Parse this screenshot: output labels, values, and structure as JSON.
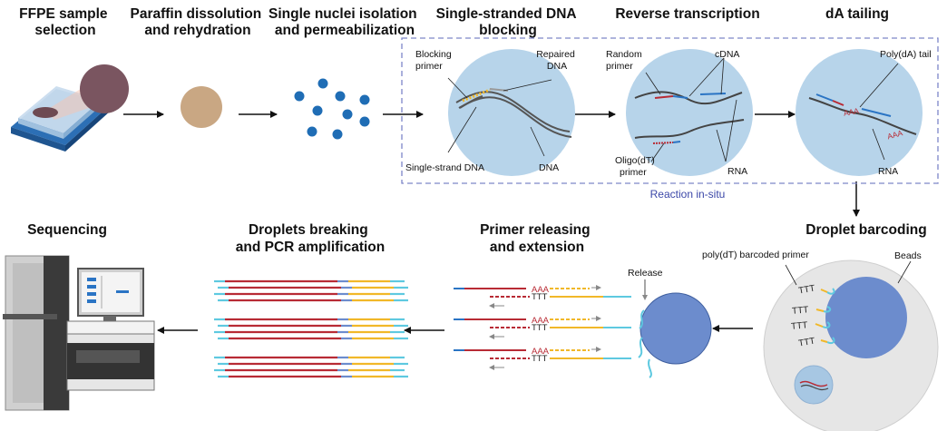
{
  "steps": {
    "ffpe": [
      "FFPE sample",
      "selection"
    ],
    "paraffin": [
      "Paraffin dissolution",
      "and rehydration"
    ],
    "nuclei": [
      "Single nuclei isolation",
      "and permeabilization"
    ],
    "ssdna": [
      "Single-stranded DNA",
      "blocking"
    ],
    "rt": [
      "Reverse transcription"
    ],
    "da": [
      "dA tailing"
    ],
    "barcoding": [
      "Droplet barcoding"
    ],
    "primer": [
      "Primer releasing",
      "and extension"
    ],
    "pcr": [
      "Droplets breaking",
      "and PCR amplification"
    ],
    "seq": [
      "Sequencing"
    ]
  },
  "insitu_label": "Reaction in-situ",
  "labels": {
    "blocking_primer": [
      "Blocking",
      "primer"
    ],
    "repaired_dna": [
      "Repaired",
      "DNA"
    ],
    "single_strand_dna": "Single-strand DNA",
    "dna": "DNA",
    "random_primer": [
      "Random",
      "primer"
    ],
    "cdna": "cDNA",
    "oligo_dt": [
      "Oligo(dT)",
      "primer"
    ],
    "rna_rt": "RNA",
    "polya_tail": "Poly(dA) tail",
    "rna_da": "RNA",
    "polydt_barcoded": "poly(dT) barcoded primer",
    "beads": "Beads",
    "release": "Release",
    "aaa": "AAA",
    "ttt": "TTT"
  },
  "colors": {
    "cell_fill": "#b7d4ea",
    "dot_blue": "#1f6db5",
    "rna_red": "#b82b35",
    "cdna_blue": "#2a74c4",
    "barcode_yellow": "#f1b829",
    "barcode_cyan": "#5ec9e0",
    "bead_fill": "#6c8ccd",
    "droplet_fill": "#e6e6e6",
    "dashed_box": "#7d86c8",
    "paraffin_tan": "#c9a783"
  }
}
